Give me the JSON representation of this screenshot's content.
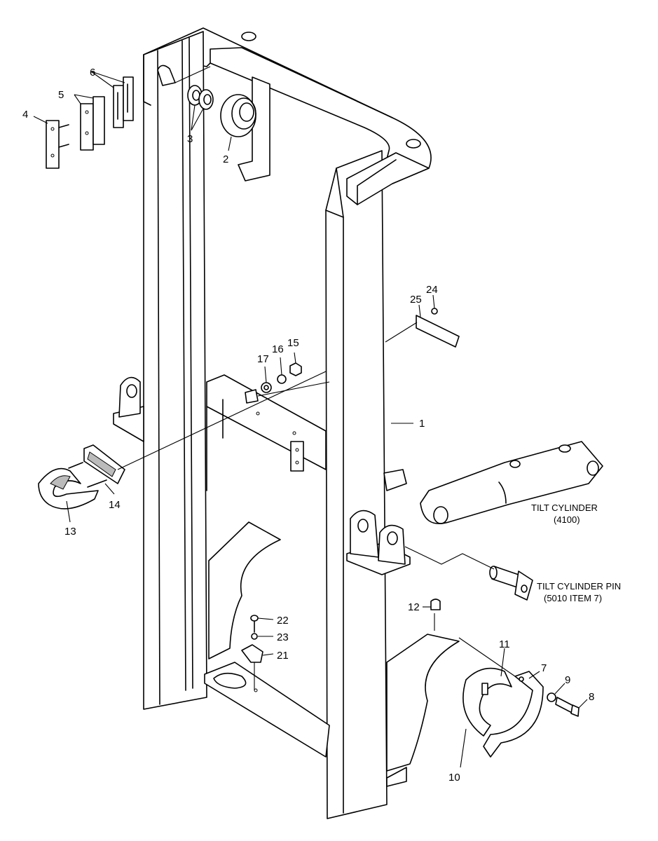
{
  "parts": [
    {
      "id": "p1",
      "label": "1"
    },
    {
      "id": "p2",
      "label": "2"
    },
    {
      "id": "p3",
      "label": "3"
    },
    {
      "id": "p4",
      "label": "4"
    },
    {
      "id": "p5",
      "label": "5"
    },
    {
      "id": "p6",
      "label": "6"
    },
    {
      "id": "p7",
      "label": "7"
    },
    {
      "id": "p8",
      "label": "8"
    },
    {
      "id": "p9",
      "label": "9"
    },
    {
      "id": "p10",
      "label": "10"
    },
    {
      "id": "p11",
      "label": "11"
    },
    {
      "id": "p12",
      "label": "12"
    },
    {
      "id": "p13",
      "label": "13"
    },
    {
      "id": "p14",
      "label": "14"
    },
    {
      "id": "p15",
      "label": "15"
    },
    {
      "id": "p16",
      "label": "16"
    },
    {
      "id": "p17",
      "label": "17"
    },
    {
      "id": "p21",
      "label": "21"
    },
    {
      "id": "p22",
      "label": "22"
    },
    {
      "id": "p23",
      "label": "23"
    },
    {
      "id": "p24",
      "label": "24"
    },
    {
      "id": "p25",
      "label": "25"
    }
  ],
  "references": {
    "tilt_cylinder": {
      "line1": "TILT CYLINDER",
      "line2": "(4100)"
    },
    "tilt_cylinder_pin": {
      "line1": "TILT CYLINDER PIN",
      "line2": "(5010 ITEM 7)"
    }
  }
}
